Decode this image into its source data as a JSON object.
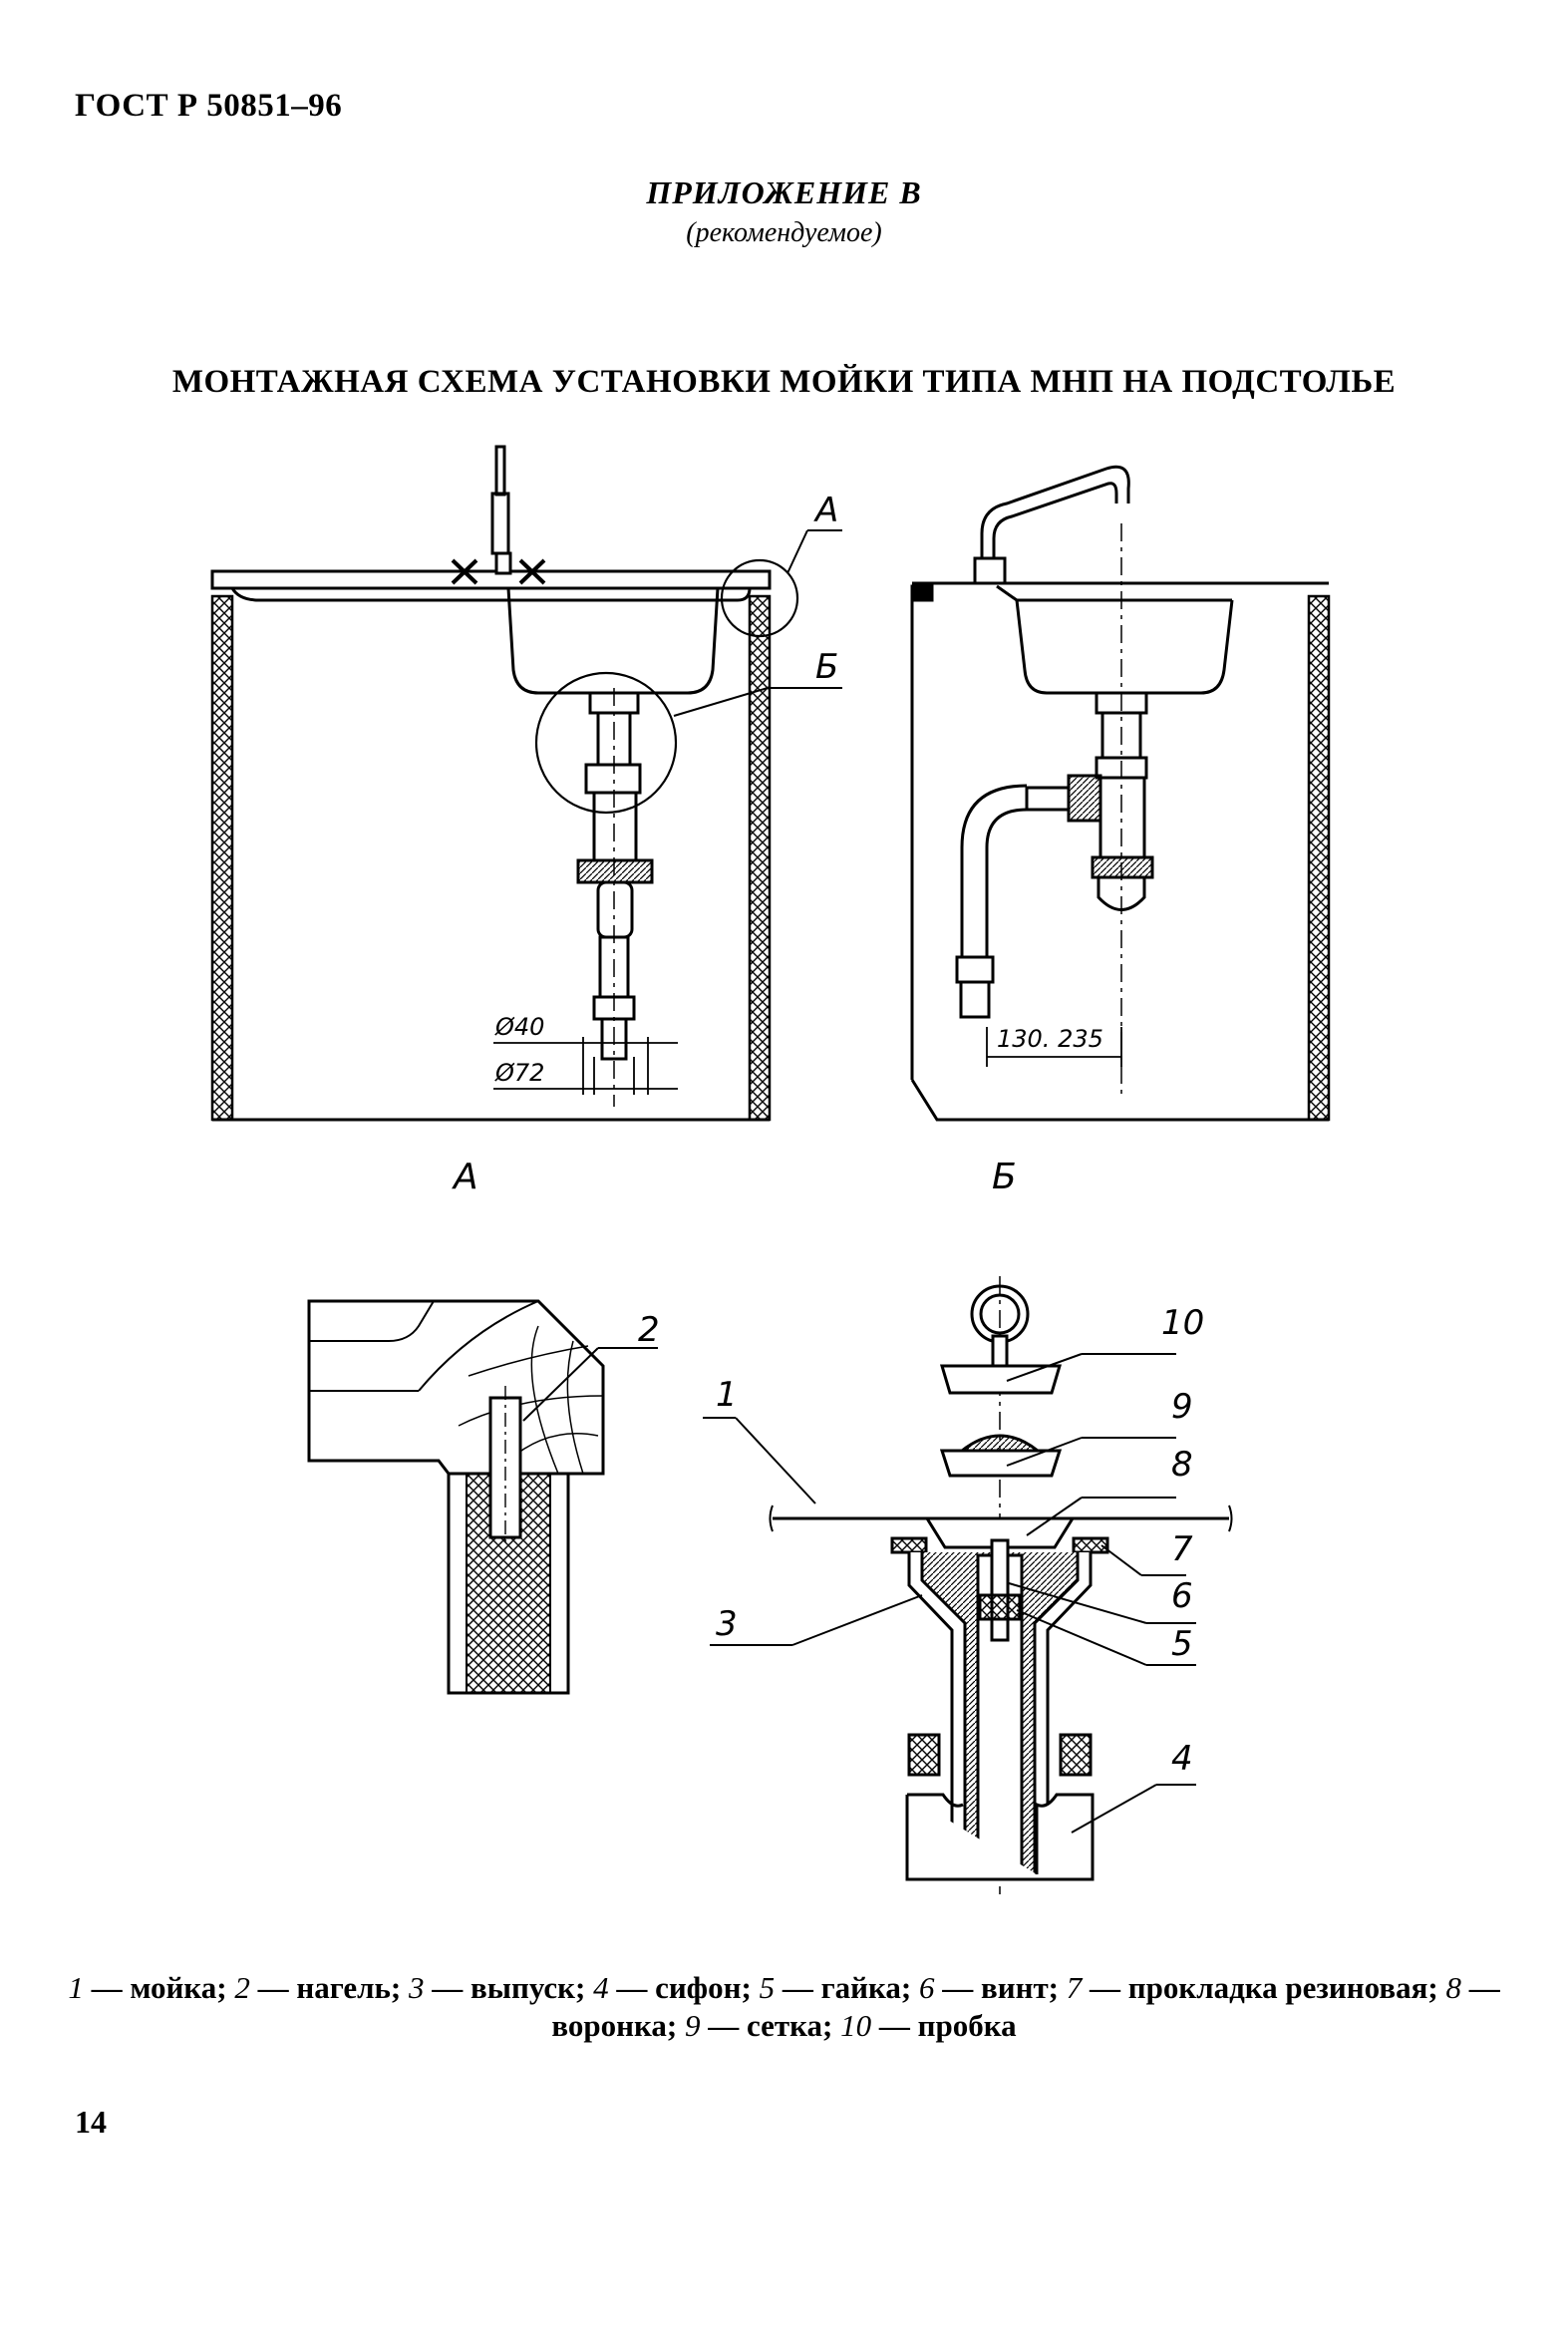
{
  "header": {
    "standard": "ГОСТ Р 50851–96"
  },
  "appendix": {
    "title": "ПРИЛОЖЕНИЕ В",
    "subtitle": "(рекомендуемое)"
  },
  "page_title": "МОНТАЖНАЯ СХЕМА УСТАНОВКИ МОЙКИ ТИПА МНП НА ПОДСТОЛЬЕ",
  "figure_1": {
    "callout_a": "А",
    "callout_b": "Б",
    "dim_small": "Ø40",
    "dim_large": "Ø72",
    "caption": "А"
  },
  "figure_2": {
    "dim_range": "130. 235",
    "caption": "Б"
  },
  "detail_a": {
    "label_2": "2"
  },
  "detail_b": {
    "label_1": "1",
    "label_3": "3",
    "label_4": "4",
    "label_5": "5",
    "label_6": "6",
    "label_7": "7",
    "label_8": "8",
    "label_9": "9",
    "label_10": "10"
  },
  "legend": {
    "items": [
      {
        "num": "1",
        "text": "— мойка; "
      },
      {
        "num": "2",
        "text": "— нагель; "
      },
      {
        "num": "3",
        "text": "— выпуск; "
      },
      {
        "num": "4",
        "text": "— сифон; "
      },
      {
        "num": "5",
        "text": "— гайка; "
      },
      {
        "num": "6",
        "text": "— винт; "
      },
      {
        "num": "7",
        "text": "— прокладка резиновая; "
      },
      {
        "num": "8",
        "text": "— воронка; "
      },
      {
        "num": "9",
        "text": "— сетка; "
      },
      {
        "num": "10",
        "text": "— пробка"
      }
    ]
  },
  "page_number": "14"
}
